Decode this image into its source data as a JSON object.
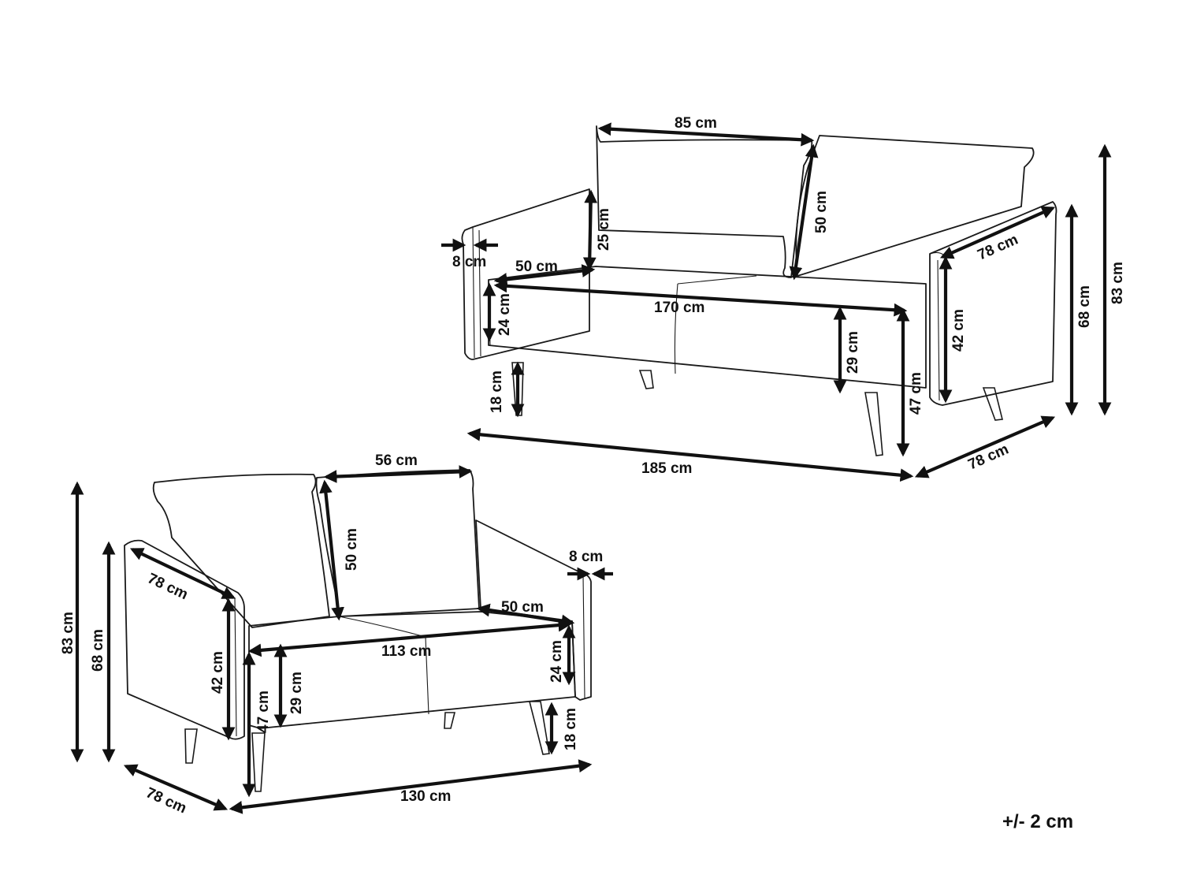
{
  "sofa_3_seater": {
    "labels": {
      "cushion_width": "85 cm",
      "cushion_height": "50 cm",
      "armrest_height_above_seat": "25 cm",
      "armrest_width": "8 cm",
      "seat_depth": "50 cm",
      "seat_width": "170 cm",
      "seat_cushion_thickness": "24 cm",
      "seat_to_base": "29 cm",
      "leg_height": "18 cm",
      "seat_height": "47 cm",
      "armrest_height": "42 cm",
      "armrest_depth": "78 cm",
      "arm_height": "68 cm",
      "total_height": "83 cm",
      "total_width": "185 cm",
      "total_depth": "78 cm"
    }
  },
  "sofa_2_seater": {
    "labels": {
      "cushion_width": "56 cm",
      "cushion_height": "50 cm",
      "armrest_width": "8 cm",
      "armrest_depth": "78 cm",
      "seat_depth": "50 cm",
      "seat_width": "113 cm",
      "seat_cushion_thickness": "24 cm",
      "seat_to_base": "29 cm",
      "seat_height": "47 cm",
      "armrest_height": "42 cm",
      "arm_height": "68 cm",
      "total_height": "83 cm",
      "leg_height": "18 cm",
      "total_width": "130 cm",
      "total_depth": "78 cm"
    }
  },
  "tolerance": "+/- 2 cm"
}
